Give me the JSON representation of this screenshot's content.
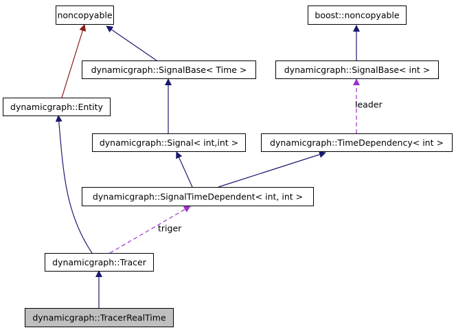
{
  "diagram": {
    "nodes": {
      "noncopyable": "noncopyable",
      "boost_noncopyable": "boost::noncopyable",
      "signalbase_time": "dynamicgraph::SignalBase< Time >",
      "signalbase_int": "dynamicgraph::SignalBase< int >",
      "entity": "dynamicgraph::Entity",
      "signal_int_int": "dynamicgraph::Signal< int,int >",
      "timedependency_int": "dynamicgraph::TimeDependency< int >",
      "signaltimedependent": "dynamicgraph::SignalTimeDependent< int, int >",
      "tracer": "dynamicgraph::Tracer",
      "tracerrealtime": "dynamicgraph::TracerRealTime"
    },
    "edge_labels": {
      "leader": "leader",
      "triger": "triger"
    },
    "colors": {
      "public_inheritance": "#191970",
      "private_inheritance": "#8b1a1a",
      "usage": "#9a32cd",
      "current_node_fill": "#bfbfbf"
    }
  }
}
